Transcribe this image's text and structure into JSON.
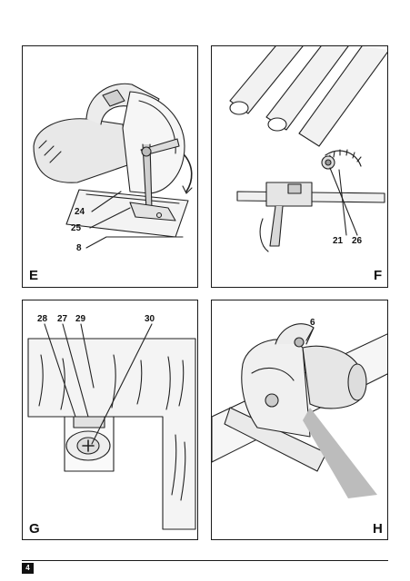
{
  "page_number": "4",
  "panels": {
    "E": {
      "letter": "E",
      "callouts": {
        "c24": "24",
        "c25": "25",
        "c8": "8"
      }
    },
    "F": {
      "letter": "F",
      "callouts": {
        "c21": "21",
        "c26": "26"
      }
    },
    "G": {
      "letter": "G",
      "callouts": {
        "c28": "28",
        "c27": "27",
        "c29": "29",
        "c30": "30"
      }
    },
    "H": {
      "letter": "H",
      "callouts": {
        "c6": "6"
      }
    }
  }
}
